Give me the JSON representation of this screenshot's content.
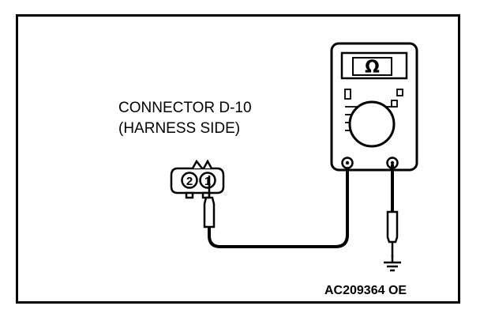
{
  "connector": {
    "title": "CONNECTOR D-10",
    "subtitle": "(HARNESS SIDE)",
    "pins": [
      "2",
      "1"
    ]
  },
  "meter": {
    "symbol": "Ω",
    "icon": "ohmmeter-icon"
  },
  "ground_icon": "ground-icon",
  "figure_code": "AC209364 OE",
  "colors": {
    "line": "#000000",
    "background": "#ffffff"
  }
}
